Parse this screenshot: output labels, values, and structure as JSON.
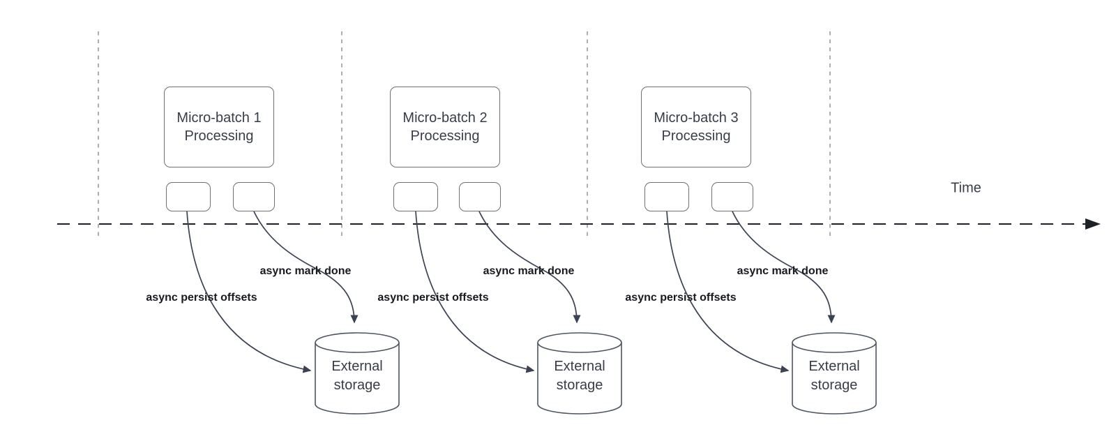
{
  "diagram": {
    "time_axis_label": "Time",
    "arrow_labels": {
      "persist": "async persist offsets",
      "mark_done": "async mark done"
    },
    "storage": {
      "line1": "External",
      "line2": "storage"
    },
    "batches": [
      {
        "title_line1": "Micro-batch 1",
        "title_line2": "Processing"
      },
      {
        "title_line1": "Micro-batch 2",
        "title_line2": "Processing"
      },
      {
        "title_line1": "Micro-batch 3",
        "title_line2": "Processing"
      }
    ],
    "colors": {
      "background": "#ffffff",
      "box_border": "#707070",
      "arrow_stroke": "#3b4252",
      "guide_line": "#a6a6a6",
      "timeline": "#1f2128",
      "title_text": "#383d47",
      "label_text": "#17191f"
    }
  }
}
